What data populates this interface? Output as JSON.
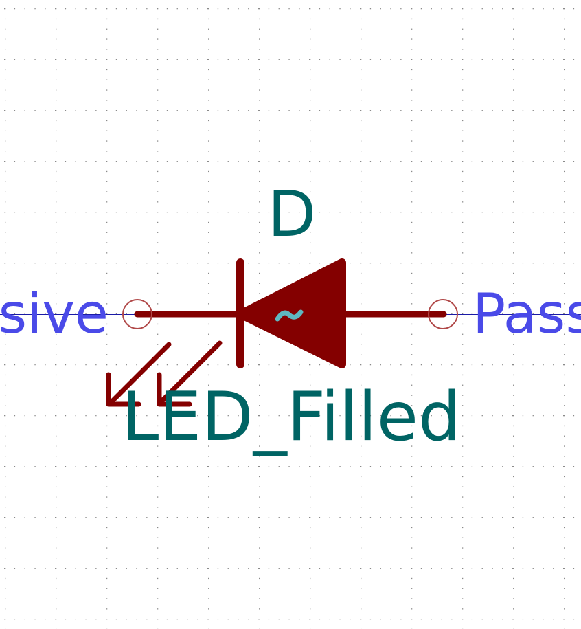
{
  "symbol": {
    "reference": "D",
    "value": "LED_Filled",
    "body_marker": "~",
    "pin_left_label": "sive",
    "pin_right_label": "Pass"
  },
  "colors": {
    "background": "#ffffff",
    "grid_dot": "#8a8a8a",
    "axis": "#1a1aa6",
    "body": "#840000",
    "field_text": "#006464",
    "pin_text": "#4a4ae8",
    "pin_endpoint": "#b04848",
    "marker": "#5fb8c0"
  },
  "grid": {
    "visible": true
  }
}
